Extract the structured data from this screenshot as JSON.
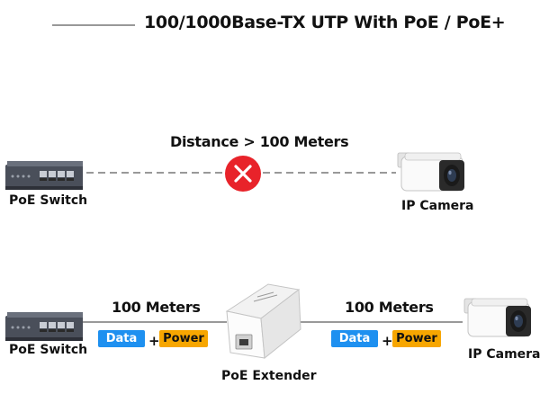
{
  "title": "100/1000Base-TX UTP With PoE / PoE+",
  "top_scenario": {
    "distance_label": "Distance > 100 Meters",
    "switch_label": "PoE Switch",
    "camera_label": "IP Camera"
  },
  "bottom_scenario": {
    "left_distance": "100 Meters",
    "right_distance": "100 Meters",
    "switch_label": "PoE Switch",
    "extender_label": "PoE Extender",
    "camera_label": "IP Camera",
    "data_badge": "Data",
    "power_badge": "Power",
    "plus_sign": "+"
  },
  "colors": {
    "error_red": "#e8232a",
    "data_blue": "#1e90f0",
    "power_orange": "#f7a600",
    "line_gray": "#999999"
  },
  "icons": [
    "poe-switch-icon",
    "ip-camera-icon",
    "error-x-icon",
    "poe-extender-icon"
  ]
}
